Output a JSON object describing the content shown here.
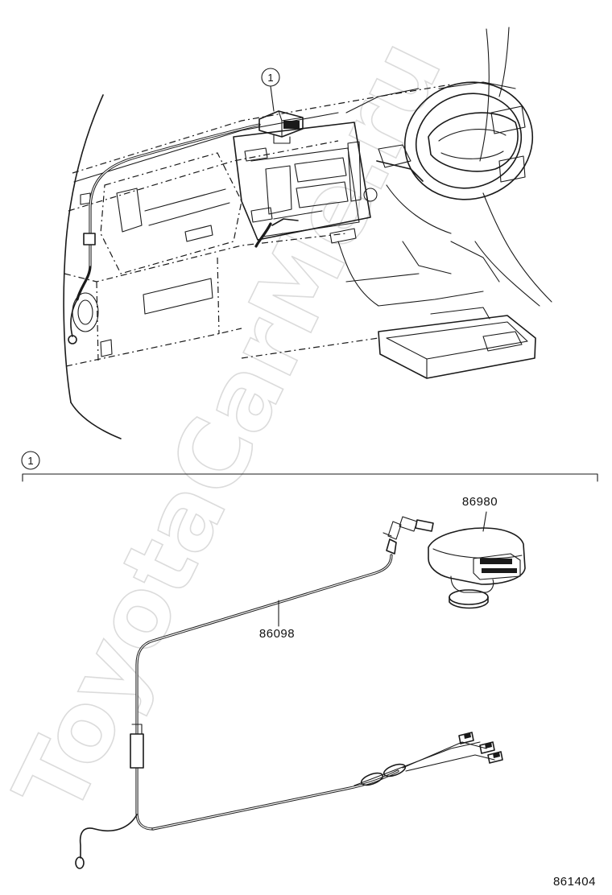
{
  "callout": {
    "number": "1"
  },
  "parts": {
    "part_86980": "86980",
    "part_86098": "86098"
  },
  "figure_ref": "861404",
  "watermark": "ToyotaCarMe.ru"
}
